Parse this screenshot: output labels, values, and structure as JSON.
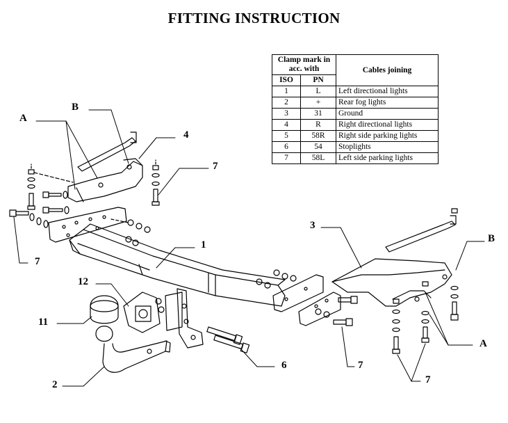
{
  "title": "FITTING INSTRUCTION",
  "table": {
    "header_clamp": "Clamp mark in acc. with",
    "header_cables": "Cables joining",
    "col_iso": "ISO",
    "col_pn": "PN",
    "rows": [
      {
        "iso": "1",
        "pn": "L",
        "desc": "Left directional lights"
      },
      {
        "iso": "2",
        "pn": "+",
        "desc": "Rear fog lights"
      },
      {
        "iso": "3",
        "pn": "31",
        "desc": "Ground"
      },
      {
        "iso": "4",
        "pn": "R",
        "desc": "Right directional lights"
      },
      {
        "iso": "5",
        "pn": "58R",
        "desc": "Right side parking lights"
      },
      {
        "iso": "6",
        "pn": "54",
        "desc": "Stoplights"
      },
      {
        "iso": "7",
        "pn": "58L",
        "desc": "Left side parking lights"
      }
    ]
  },
  "labels": {
    "a_left": "A",
    "b_left": "B",
    "four": "4",
    "seven_top": "7",
    "seven_left": "7",
    "one": "1",
    "three": "3",
    "b_right": "B",
    "twelve": "12",
    "eleven": "11",
    "two": "2",
    "six": "6",
    "seven_mid": "7",
    "a_right": "A",
    "seven_bottom": "7"
  }
}
